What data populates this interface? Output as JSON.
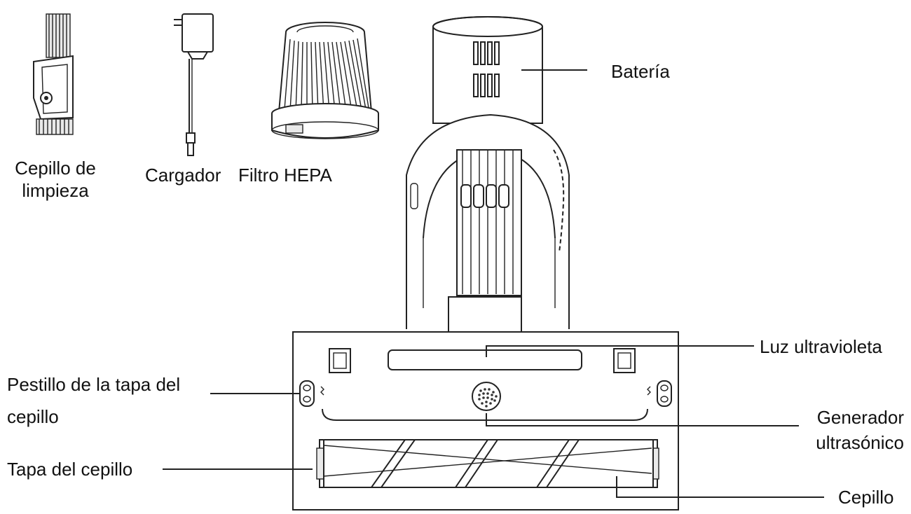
{
  "accessories": {
    "cleaning_brush": "Cepillo de\nlimpieza",
    "charger": "Cargador",
    "hepa_filter": "Filtro HEPA"
  },
  "callouts": {
    "battery": "Batería",
    "uv_light": "Luz ultravioleta",
    "brush_cover_latch": "Pestillo de la tapa del\ncepillo",
    "ultrasonic_generator": "Generador\nultrasónico",
    "brush_cover": "Tapa del cepillo",
    "brush": "Cepillo"
  }
}
